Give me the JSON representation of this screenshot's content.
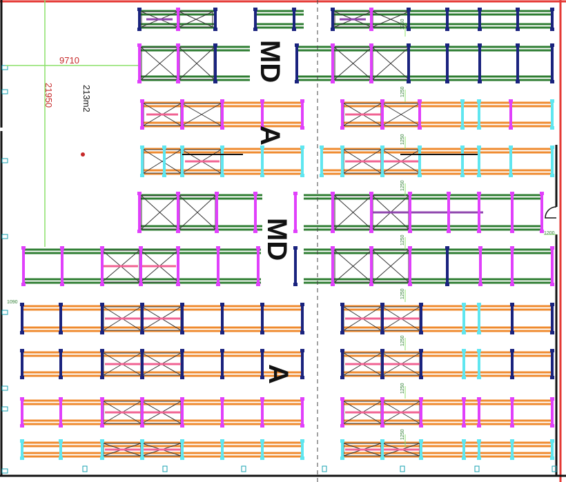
{
  "floorplan": {
    "area_label": "213m2",
    "dimensions": {
      "width": "9710",
      "height": "21950",
      "aisle": "1250",
      "right_gap": "1200",
      "left_gap": "1090"
    },
    "zone_labels": [
      "MD",
      "A",
      "MD",
      "A"
    ]
  },
  "colors": {
    "wall": "#111111",
    "outer_red": "#e53935",
    "beam_green": "#2e7d32",
    "beam_orange": "#ef8a2e",
    "post_blue": "#1a237e",
    "post_magenta": "#e040fb",
    "post_cyan": "#5fe6f0",
    "dim_line": "#8be06a",
    "dim_text_red": "#c62828",
    "beam_pink": "#f06292",
    "beam_purple": "#8e44ad"
  }
}
